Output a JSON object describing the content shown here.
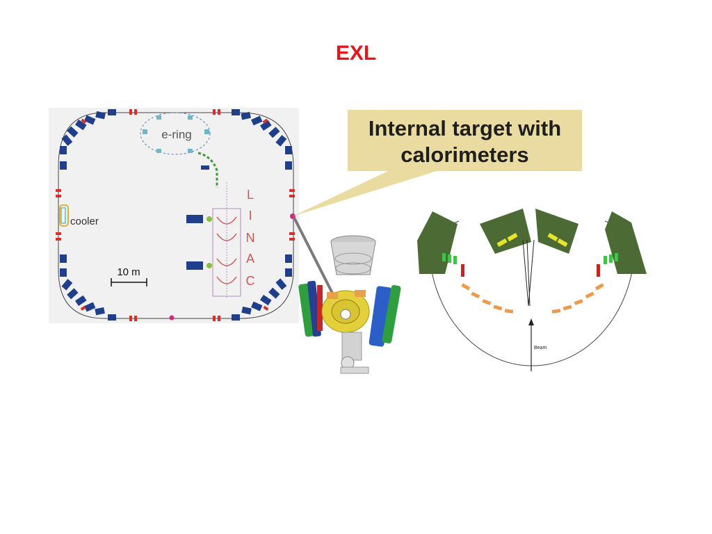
{
  "title": "EXL",
  "callout": {
    "line1": "Internal target with",
    "line2": "calorimeters"
  },
  "ring_diagram": {
    "ering_label": "e-ring",
    "cooler_label": "cooler",
    "scale_label": "10 m",
    "linac_letters": [
      "L",
      "I",
      "N",
      "A",
      "C"
    ]
  },
  "detector_layout": {
    "beam_label": "Beam"
  },
  "colors": {
    "title": "#e8141b",
    "callout_bg": "#eadba0",
    "magnet_blue": "#1f3f8c",
    "magnet_red": "#d9302c",
    "calorimeter_green": "#4c6b34",
    "linac_red": "#d9534f"
  }
}
